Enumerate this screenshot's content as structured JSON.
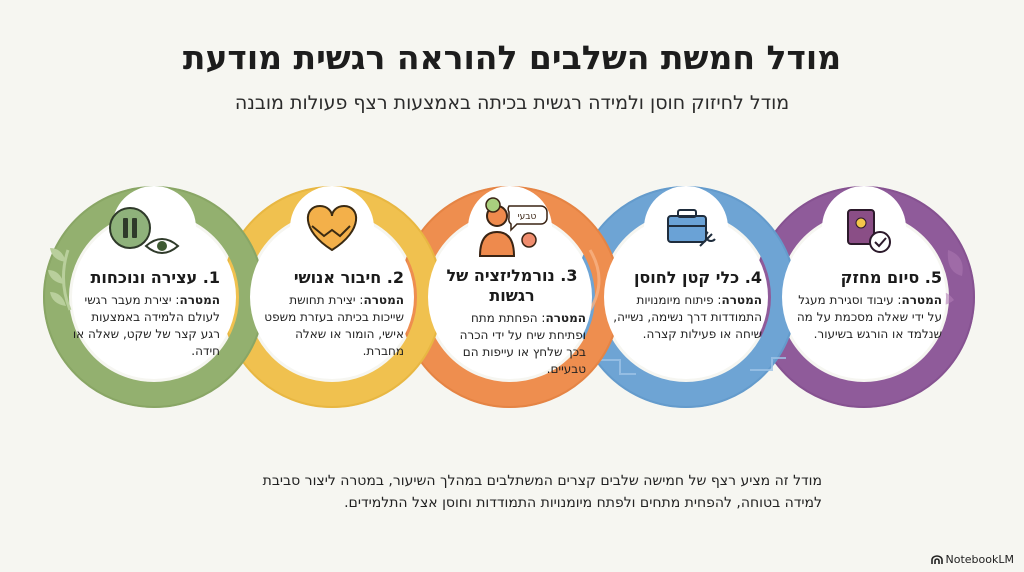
{
  "title": "מודל חמשת השלבים להוראה רגשית מודעת",
  "subtitle": "מודל לחיזוק חוסן ולמידה רגשית בכיתה באמצעות רצף פעולות מובנה",
  "goal_label": "המטרה",
  "stages": [
    {
      "title": "1. עצירה ונוכחות",
      "description": ": יצירת מעבר רגשי לעולם הלמידה באמצעות רגע קצר של שקט, שאלה או חידה.",
      "icon": "pause-eye-icon",
      "color": "#93b06f"
    },
    {
      "title": "2. חיבור אנושי",
      "description": ": יצירת תחושת שייכות בכיתה בעזרת משפט אישי, הומור או שאלה מחברת.",
      "icon": "handshake-heart-icon",
      "color": "#f0c14f"
    },
    {
      "title": "3. נורמליזציה של רגשות",
      "description": ": הפחתת מתח ופתיחת שיח על ידי הכרה בכך שלחץ או עייפות הם טבעיים.",
      "icon": "person-emotions-icon",
      "color": "#ee8e4f",
      "speech_text": "טבעי"
    },
    {
      "title": "4. כלי קטן לחוסן",
      "description": ": פיתוח מיומנויות התמודדות דרך נשימה, נשייה, שיחה או פעילות קצרה.",
      "icon": "toolbox-icon",
      "color": "#6ea4d4"
    },
    {
      "title": "5. סיום מחזק",
      "description": ": עיבוד וסגירת מעגל על ידי שאלה מסכמת על מה שנלמד או הורגש בשיעור.",
      "icon": "book-check-icon",
      "color": "#8f5b9a"
    }
  ],
  "footer": "מודל זה מציע רצף של חמישה שלבים קצרים המשתלבים במהלך השיעור, במטרה ליצור סביבת למידה בטוחה, להפחית מתחים ולפתח מיומנויות התמודדות וחוסן אצל התלמידים.",
  "brand": "NotebookLM"
}
